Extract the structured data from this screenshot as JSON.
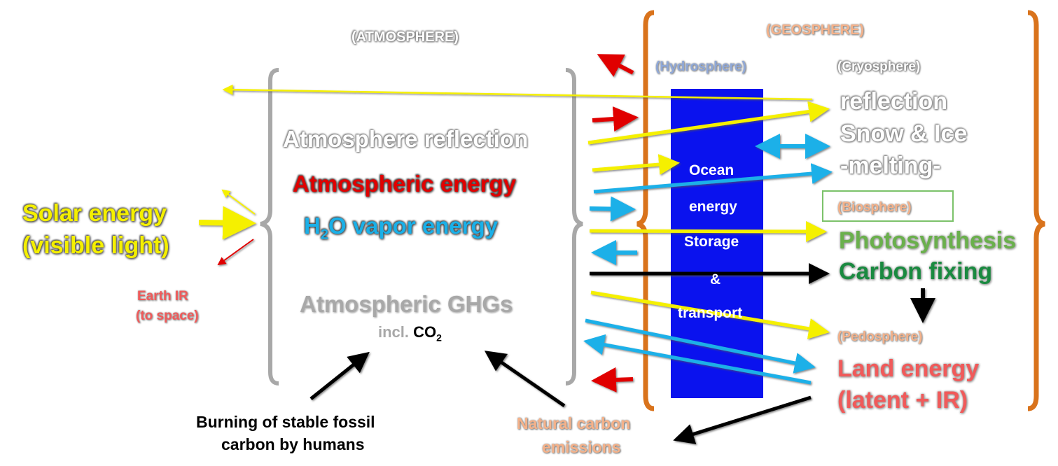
{
  "headers": {
    "atmosphere": "(ATMOSPHERE)",
    "geosphere": "(GEOSPHERE)",
    "hydrosphere": "(Hydrosphere)",
    "cryosphere": "(Cryosphere)",
    "biosphere": "(Biosphere)",
    "pedosphere": "(Pedosphere)"
  },
  "solar": {
    "line1": "Solar  energy",
    "line2": "(visible light)"
  },
  "earth_ir": {
    "line1": "Earth IR",
    "line2": "(to space)"
  },
  "atmosphere": {
    "reflection": "Atmosphere reflection",
    "energy": "Atmospheric  energy",
    "h2o_h": "H",
    "h2o_sub": "2",
    "h2o_rest": "O  vapor  energy",
    "ghgs": "Atmospheric GHGs",
    "incl": "incl. ",
    "co2": "CO",
    "co2_sub": "2"
  },
  "ocean": {
    "l1": "Ocean",
    "l2": "energy",
    "l3": "Storage",
    "l4": "&",
    "l5": "transport"
  },
  "cryo": {
    "l1": "reflection",
    "l2": "Snow & Ice",
    "l3": "-melting-"
  },
  "bio": {
    "l1": "Photosynthesis",
    "l2": "Carbon fixing"
  },
  "land": {
    "l1": "Land energy",
    "l2": "(latent + IR)"
  },
  "fossil": {
    "l1": "Burning of stable fossil",
    "l2": "carbon by humans"
  },
  "natural": {
    "l1": "Natural carbon",
    "l2": "emissions"
  },
  "colors": {
    "yellow": "#f5f000",
    "red": "#e00000",
    "cyan": "#1ab0e8",
    "black": "#000000",
    "bracket_gray": "#a8a8a8",
    "bracket_orange": "#d9731c",
    "ocean_blue": "#0a12ee",
    "green_light": "#6ab04c",
    "green_dark": "#1a8a40",
    "pink": "#f05a5a",
    "peach": "#f5b28a",
    "steel": "#8fa8d8"
  }
}
